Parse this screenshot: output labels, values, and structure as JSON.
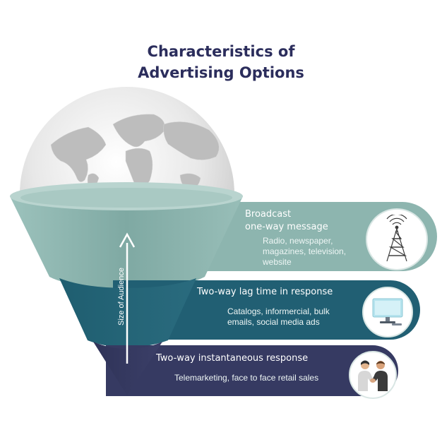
{
  "title": {
    "line1": "Characteristics of",
    "line2": "Advertising Options"
  },
  "axis": {
    "label": "Size of Audience"
  },
  "bands": [
    {
      "title_line1": "Broadcast",
      "title_line2": "one-way message",
      "desc_line1": "Radio, newspaper,",
      "desc_line2": "magazines, television,",
      "desc_line3": "website",
      "icon": "radio-tower-icon"
    },
    {
      "title": "Two-way lag time in response",
      "desc_line1": "Catalogs, informercial, bulk",
      "desc_line2": "emails, social media ads",
      "icon": "desktop-computer-icon"
    },
    {
      "title": "Two-way instantaneous response",
      "desc": "Telemarketing, face to face retail sales",
      "icon": "handshake-icon"
    }
  ],
  "colors": {
    "title": "#2b2d5c",
    "band1": "#8db5af",
    "band2": "#215f73",
    "band3": "#363a62",
    "globe": "#d9d9d9"
  }
}
